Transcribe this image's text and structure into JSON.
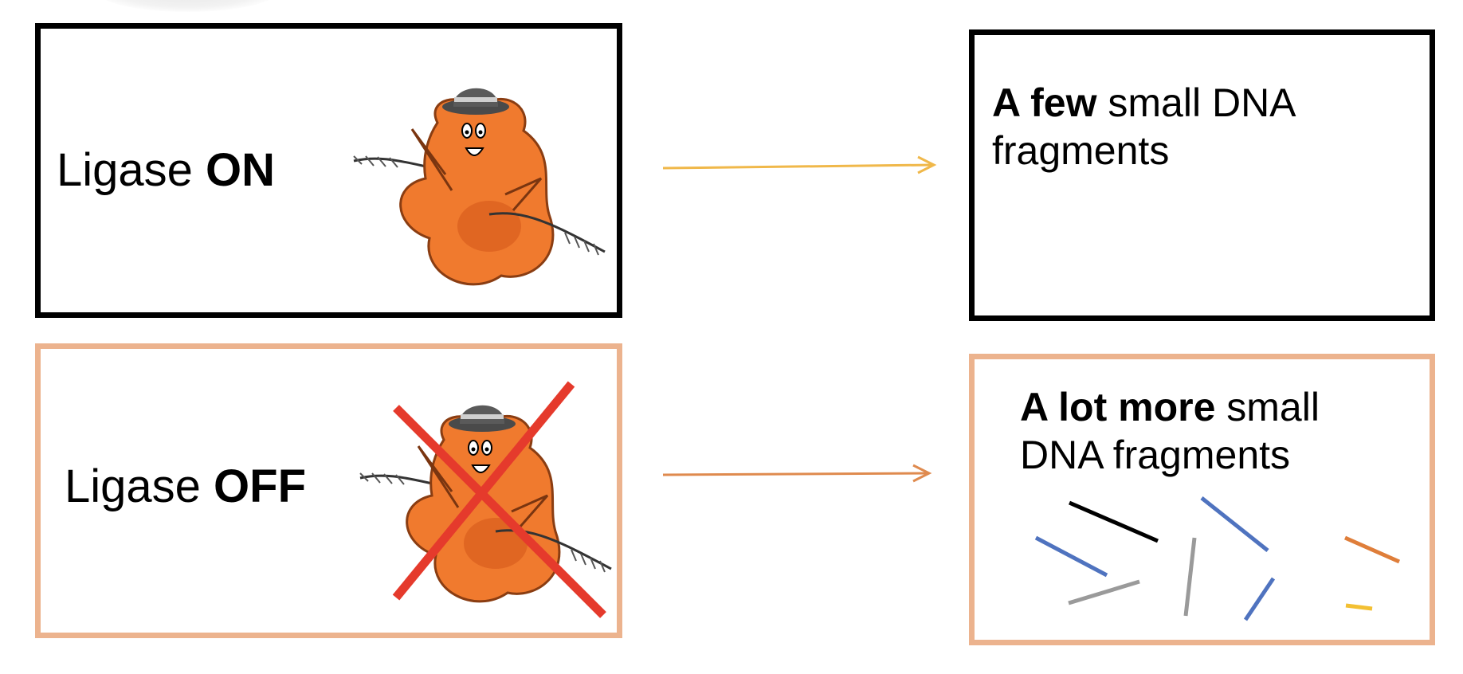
{
  "rows": [
    {
      "condition": {
        "prefix": "Ligase ",
        "state": "ON"
      },
      "result": {
        "bold": "A few",
        "rest": " small DNA fragments"
      },
      "arrow_color": "#f0b84a",
      "border_color": "#000000",
      "crossed_out": false
    },
    {
      "condition": {
        "prefix": "Ligase ",
        "state": "OFF"
      },
      "result": {
        "bold": "A lot more",
        "rest": " small DNA fragments"
      },
      "arrow_color": "#df8a4e",
      "border_color": "#ecb38e",
      "crossed_out": true
    }
  ],
  "cross_color": "#e53a2c",
  "enzyme_colors": {
    "body": "#f07a2e",
    "body_dark": "#d4561a",
    "hat": "#5a5a5a"
  },
  "fragments": [
    {
      "color": "#000000"
    },
    {
      "color": "#4f73bf"
    },
    {
      "color": "#4f73bf"
    },
    {
      "color": "#9a9a9a"
    },
    {
      "color": "#9a9a9a"
    },
    {
      "color": "#4f73bf"
    },
    {
      "color": "#df7e3a"
    },
    {
      "color": "#f3c033"
    }
  ]
}
